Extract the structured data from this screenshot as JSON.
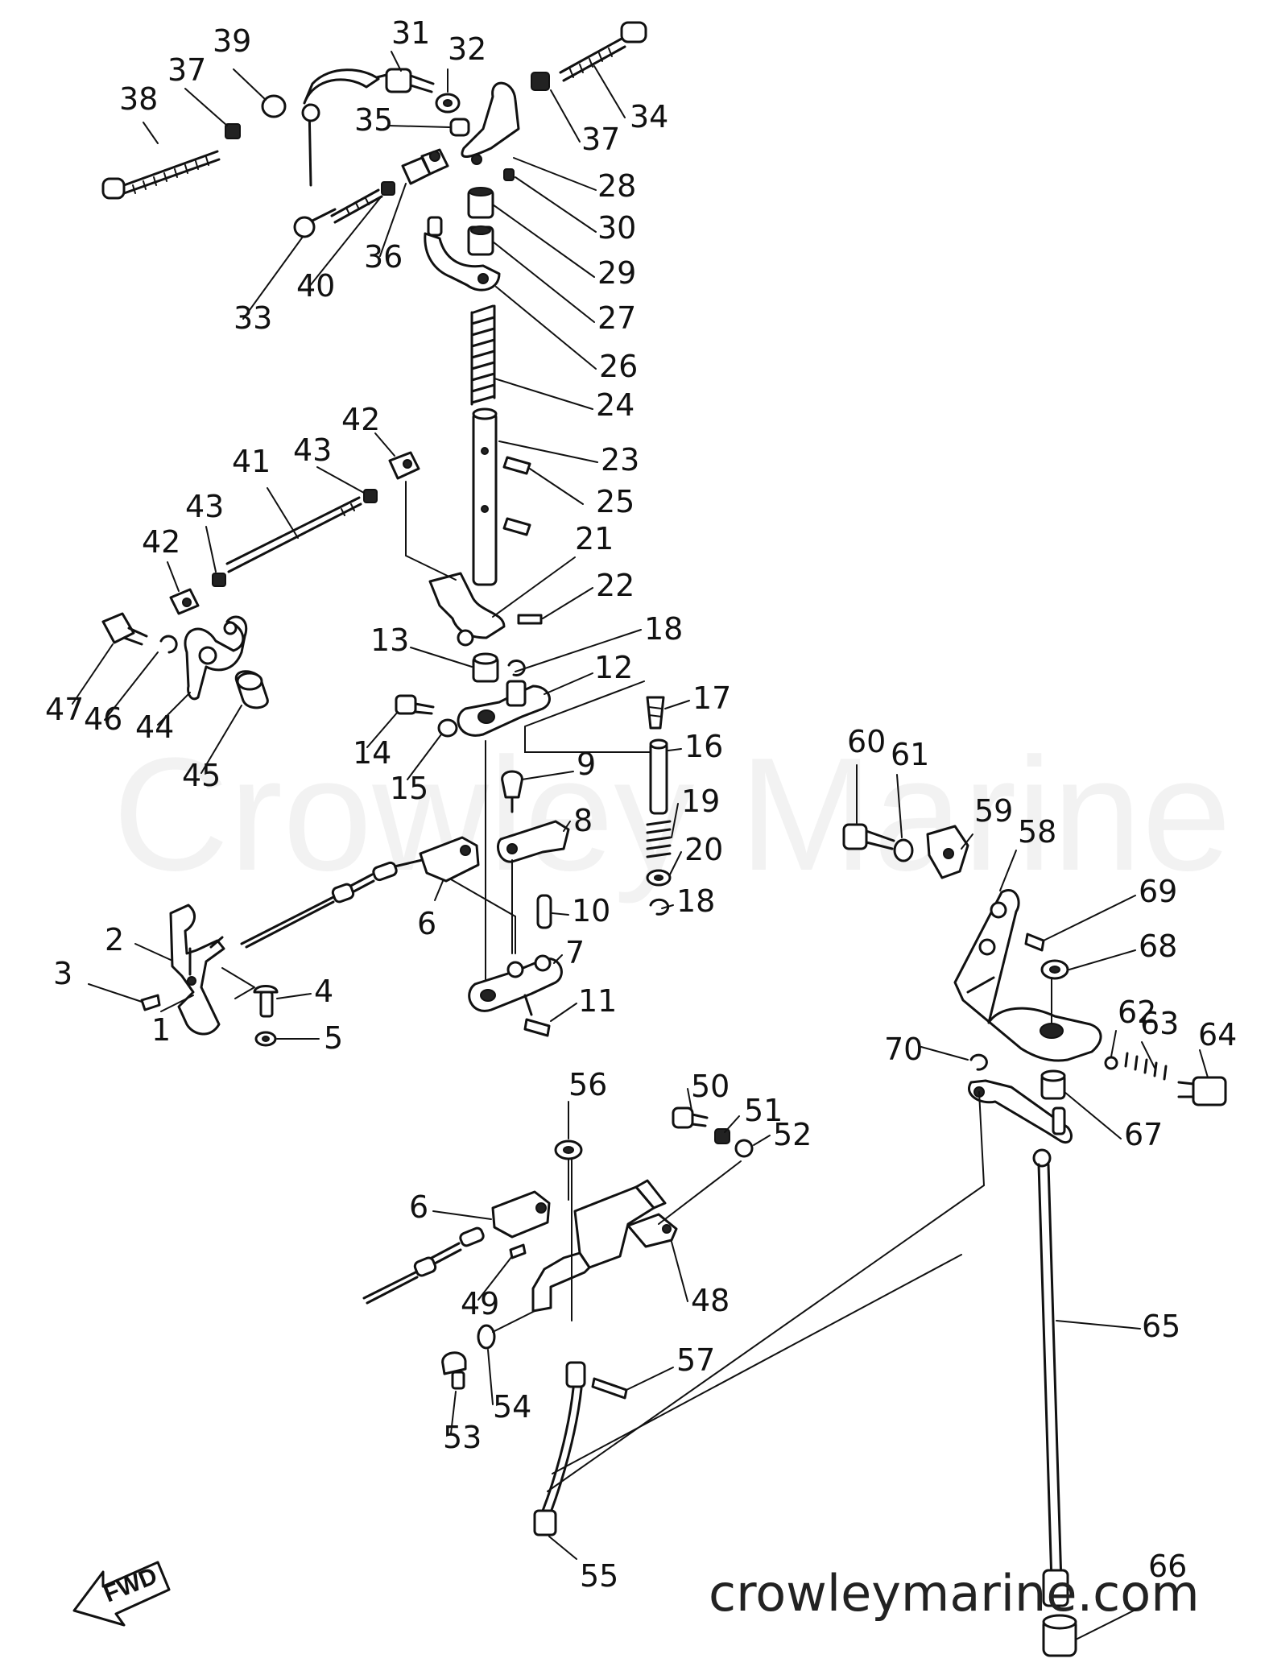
{
  "watermark": "Crowley Marine",
  "brand_footer": "crowleymarine.com",
  "direction_badge": "FWD",
  "callouts": [
    "1",
    "2",
    "3",
    "4",
    "5",
    "6",
    "6",
    "7",
    "8",
    "9",
    "10",
    "11",
    "12",
    "13",
    "14",
    "15",
    "16",
    "17",
    "18",
    "18",
    "19",
    "20",
    "21",
    "22",
    "23",
    "24",
    "25",
    "26",
    "27",
    "28",
    "29",
    "30",
    "31",
    "32",
    "33",
    "34",
    "35",
    "36",
    "37",
    "37",
    "38",
    "39",
    "40",
    "41",
    "42",
    "42",
    "43",
    "43",
    "44",
    "45",
    "46",
    "47",
    "48",
    "49",
    "50",
    "51",
    "52",
    "53",
    "54",
    "55",
    "56",
    "57",
    "58",
    "59",
    "60",
    "61",
    "62",
    "63",
    "64",
    "65",
    "66",
    "67",
    "68",
    "69",
    "70"
  ],
  "colors": {
    "ink": "#111111",
    "background": "#ffffff"
  }
}
